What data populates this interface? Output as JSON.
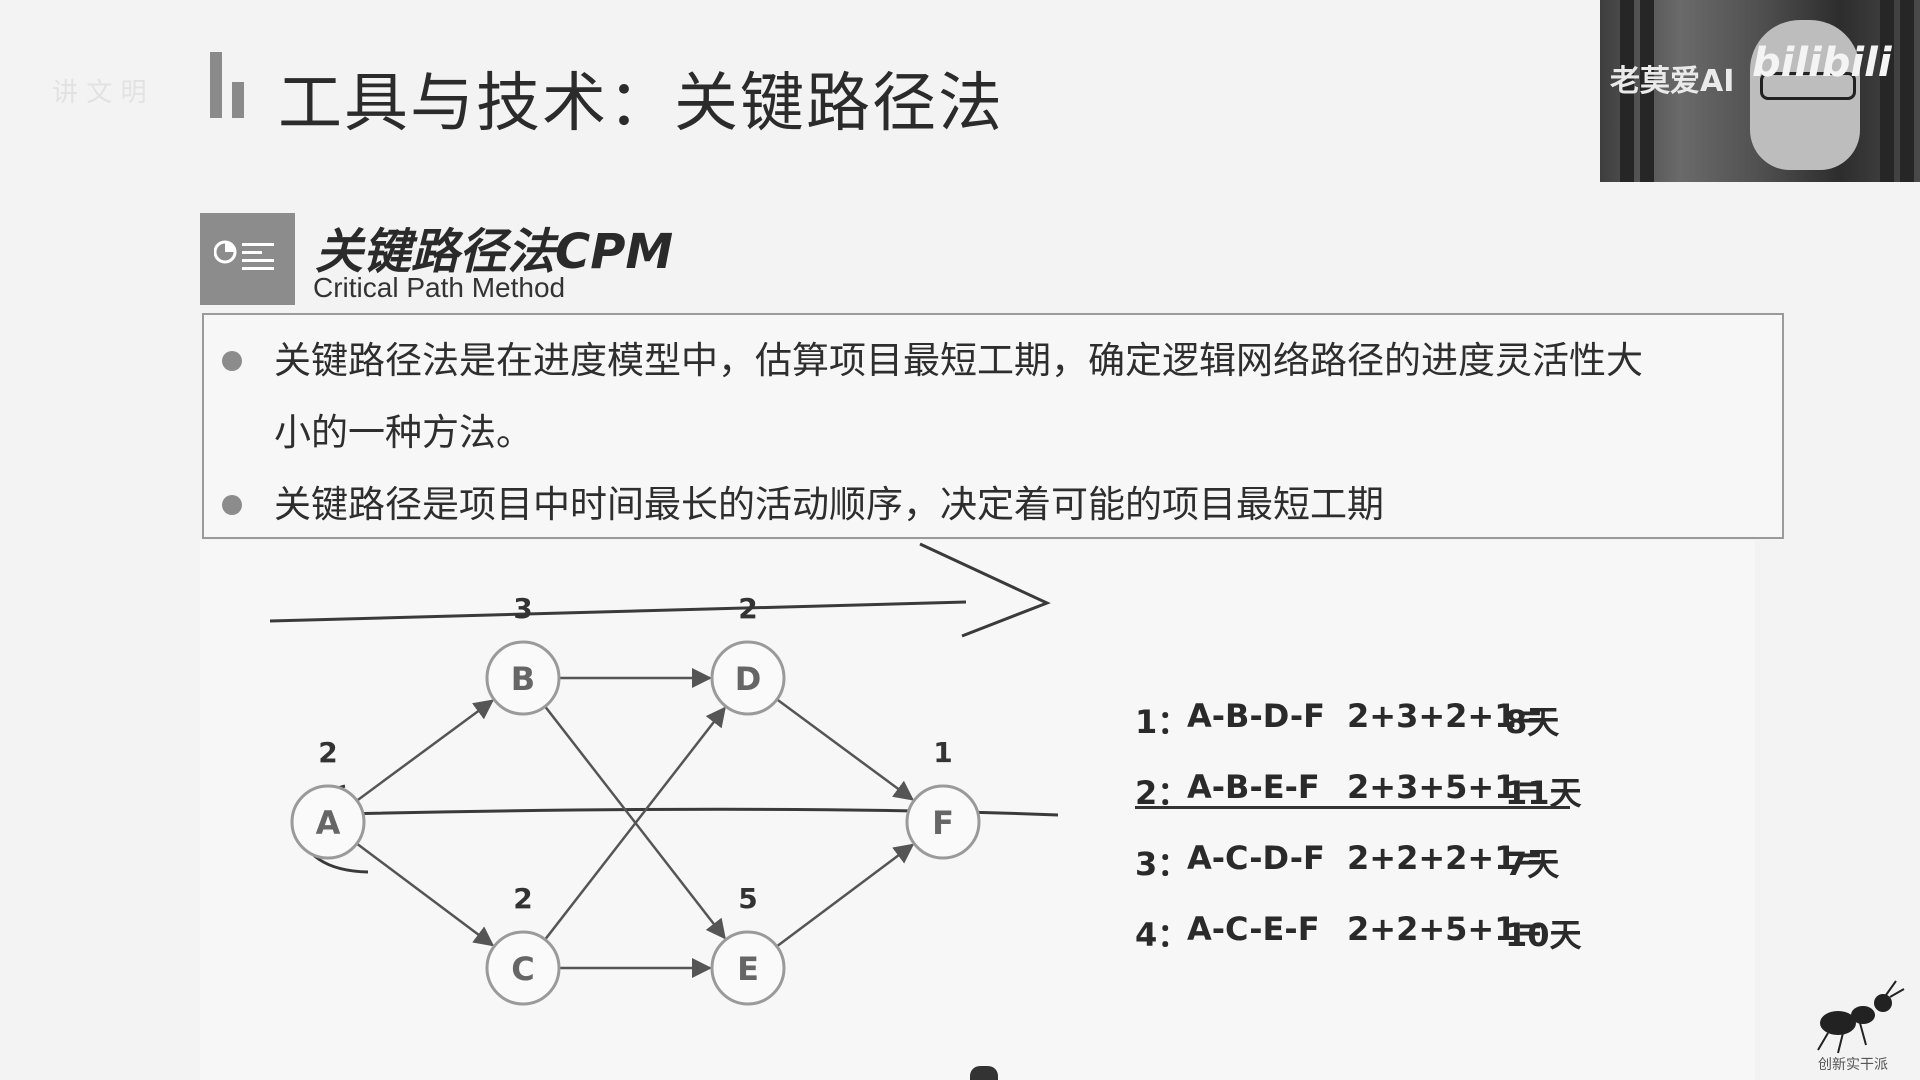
{
  "header": {
    "title": "工具与技术：关键路径法",
    "faint_label": "讲 文 明"
  },
  "webcam": {
    "streamer_name": "老莫爱AI",
    "platform": "bilibili"
  },
  "section": {
    "heading": "关键路径法CPM",
    "subtitle": "Critical Path Method",
    "icon": "pie-chart-list-icon"
  },
  "definition": {
    "bullet1_line1": "关键路径法是在进度模型中，估算项目最短工期，确定逻辑网络路径的进度灵活性大",
    "bullet1_line2": "小的一种方法。",
    "bullet2": "关键路径是项目中时间最长的活动顺序，决定着可能的项目最短工期"
  },
  "network": {
    "nodes": [
      {
        "id": "A",
        "duration": "2"
      },
      {
        "id": "B",
        "duration": "3"
      },
      {
        "id": "C",
        "duration": "2"
      },
      {
        "id": "D",
        "duration": "2"
      },
      {
        "id": "E",
        "duration": "5"
      },
      {
        "id": "F",
        "duration": "1"
      }
    ],
    "edges": [
      [
        "A",
        "B"
      ],
      [
        "A",
        "C"
      ],
      [
        "B",
        "D"
      ],
      [
        "B",
        "E"
      ],
      [
        "C",
        "D"
      ],
      [
        "C",
        "E"
      ],
      [
        "D",
        "F"
      ],
      [
        "E",
        "F"
      ]
    ]
  },
  "paths": [
    {
      "no": "1：",
      "route": "A-B-D-F",
      "calc": "2+3+2+1=",
      "total": "8天"
    },
    {
      "no": "2：",
      "route": "A-B-E-F",
      "calc": "2+3+5+1=",
      "total": "11天"
    },
    {
      "no": "3：",
      "route": "A-C-D-F",
      "calc": "2+2+2+1=",
      "total": "7天"
    },
    {
      "no": "4：",
      "route": "A-C-E-F",
      "calc": "2+2+5+1=",
      "total": "10天"
    }
  ],
  "logo": {
    "text": "创新实干派",
    "icon": "ant-logo-icon"
  },
  "colors": {
    "background": "#f3f3f3",
    "node_stroke": "#9a9a9a",
    "text": "#2a2a2a"
  }
}
